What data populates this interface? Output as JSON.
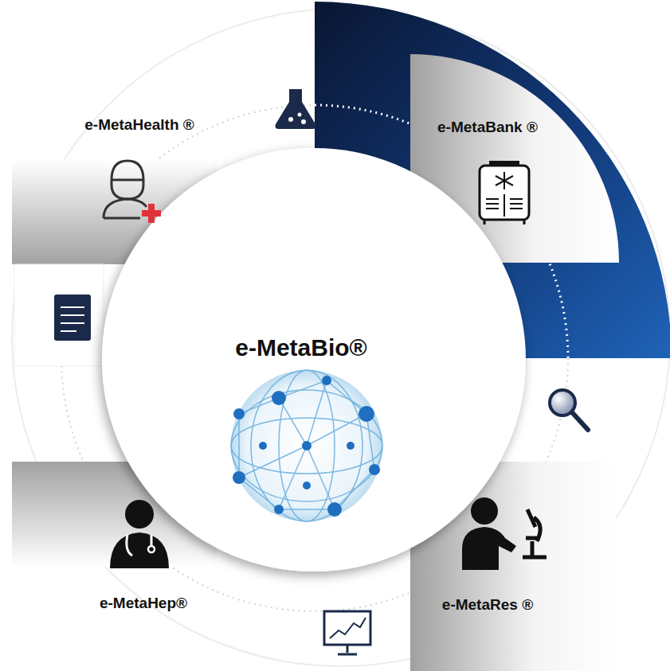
{
  "diagram": {
    "nodes": [
      {
        "text": [
          "e-MetaHealth ®"
        ]
      },
      {
        "text": [
          "e-MetaBank ®"
        ]
      },
      {
        "text": [
          "e-MetaBio®"
        ]
      },
      {
        "text": [
          "e-MetaHep®"
        ]
      },
      {
        "text": [
          "e-MetaRes ®"
        ]
      }
    ]
  }
}
